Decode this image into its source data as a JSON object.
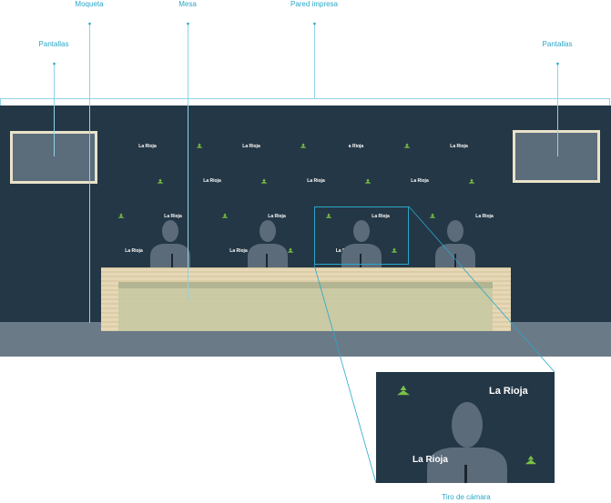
{
  "labels": {
    "moqueta": "Moqueta",
    "mesa": "Mesa",
    "pared_impresa": "Pared impresa",
    "pantallas_left": "Pantallas",
    "pantallas_right": "Pantallas",
    "tiro_camara": "Tiro de cámara"
  },
  "wall_logos": {
    "row1": [
      "La Rioja",
      "La Rioja",
      "a Rioja",
      "La Rioja"
    ],
    "row2": [
      "La Rioja",
      "La Rioja",
      "La Rioja"
    ],
    "row3": [
      "La Rioja",
      "La Rioja",
      "La Rioja",
      "La Rioja"
    ],
    "row4": [
      "La Rioja",
      "La Rioja",
      "La Ri"
    ]
  },
  "inset": {
    "logo_top": "La Rioja",
    "logo_bottom": "La Rioja"
  },
  "colors": {
    "wall": "#243746",
    "floor": "#6b7a87",
    "accent_line": "#2aa7c9",
    "logo_green": "#7ac143",
    "table_wood": "#e6d8b6",
    "silhouette": "#5c6b7a"
  },
  "icons": {
    "logo": "hands-leaf-icon",
    "person": "person-silhouette-icon",
    "microphone": "microphone-icon"
  }
}
